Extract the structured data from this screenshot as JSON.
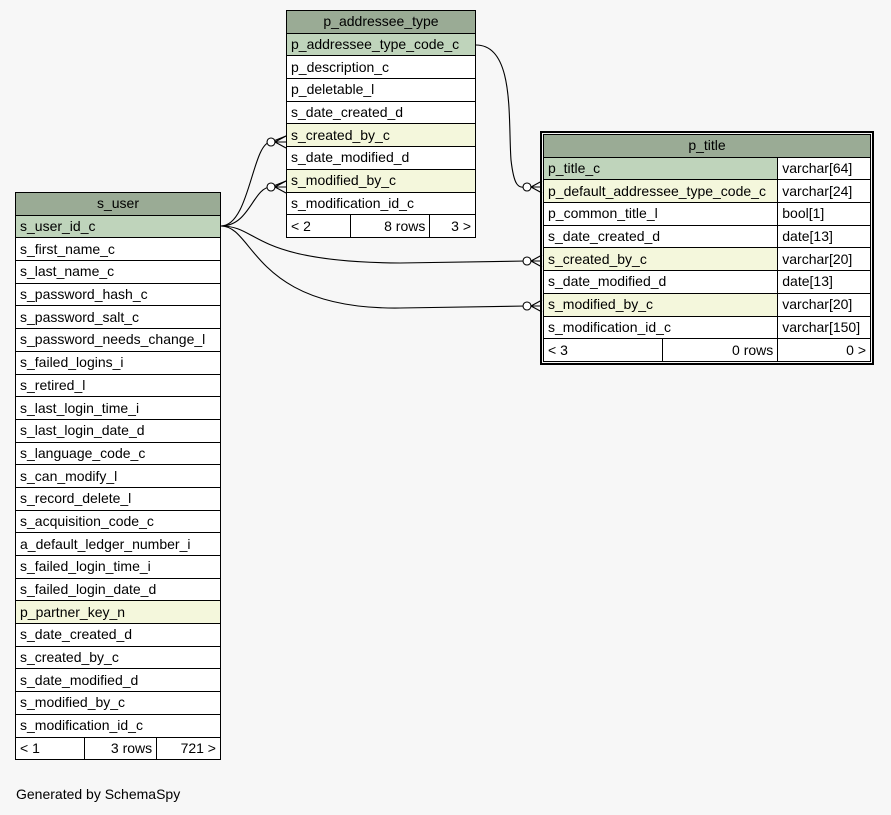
{
  "tables": {
    "s_user": {
      "name": "s_user",
      "columns": [
        {
          "name": "s_user_id_c",
          "kind": "pk"
        },
        {
          "name": "s_first_name_c",
          "kind": ""
        },
        {
          "name": "s_last_name_c",
          "kind": ""
        },
        {
          "name": "s_password_hash_c",
          "kind": ""
        },
        {
          "name": "s_password_salt_c",
          "kind": ""
        },
        {
          "name": "s_password_needs_change_l",
          "kind": ""
        },
        {
          "name": "s_failed_logins_i",
          "kind": ""
        },
        {
          "name": "s_retired_l",
          "kind": ""
        },
        {
          "name": "s_last_login_time_i",
          "kind": ""
        },
        {
          "name": "s_last_login_date_d",
          "kind": ""
        },
        {
          "name": "s_language_code_c",
          "kind": ""
        },
        {
          "name": "s_can_modify_l",
          "kind": ""
        },
        {
          "name": "s_record_delete_l",
          "kind": ""
        },
        {
          "name": "s_acquisition_code_c",
          "kind": ""
        },
        {
          "name": "a_default_ledger_number_i",
          "kind": ""
        },
        {
          "name": "s_failed_login_time_i",
          "kind": ""
        },
        {
          "name": "s_failed_login_date_d",
          "kind": ""
        },
        {
          "name": "p_partner_key_n",
          "kind": "fk"
        },
        {
          "name": "s_date_created_d",
          "kind": ""
        },
        {
          "name": "s_created_by_c",
          "kind": ""
        },
        {
          "name": "s_date_modified_d",
          "kind": ""
        },
        {
          "name": "s_modified_by_c",
          "kind": ""
        },
        {
          "name": "s_modification_id_c",
          "kind": ""
        }
      ],
      "footer": {
        "parents": "< 1",
        "rows": "3 rows",
        "children": "721 >"
      }
    },
    "p_addressee_type": {
      "name": "p_addressee_type",
      "columns": [
        {
          "name": "p_addressee_type_code_c",
          "kind": "pk"
        },
        {
          "name": "p_description_c",
          "kind": ""
        },
        {
          "name": "p_deletable_l",
          "kind": ""
        },
        {
          "name": "s_date_created_d",
          "kind": ""
        },
        {
          "name": "s_created_by_c",
          "kind": "fk"
        },
        {
          "name": "s_date_modified_d",
          "kind": ""
        },
        {
          "name": "s_modified_by_c",
          "kind": "fk"
        },
        {
          "name": "s_modification_id_c",
          "kind": ""
        }
      ],
      "footer": {
        "parents": "< 2",
        "rows": "8 rows",
        "children": "3 >"
      }
    },
    "p_title": {
      "name": "p_title",
      "columns": [
        {
          "name": "p_title_c",
          "type": "varchar[64]",
          "kind": "pk"
        },
        {
          "name": "p_default_addressee_type_code_c",
          "type": "varchar[24]",
          "kind": "fk"
        },
        {
          "name": "p_common_title_l",
          "type": "bool[1]",
          "kind": ""
        },
        {
          "name": "s_date_created_d",
          "type": "date[13]",
          "kind": ""
        },
        {
          "name": "s_created_by_c",
          "type": "varchar[20]",
          "kind": "fk"
        },
        {
          "name": "s_date_modified_d",
          "type": "date[13]",
          "kind": ""
        },
        {
          "name": "s_modified_by_c",
          "type": "varchar[20]",
          "kind": "fk"
        },
        {
          "name": "s_modification_id_c",
          "type": "varchar[150]",
          "kind": ""
        }
      ],
      "footer": {
        "parents": "< 3",
        "rows": "0 rows",
        "children": "0 >"
      }
    }
  },
  "footer_text": "Generated by SchemaSpy",
  "colors": {
    "header": "#9aab95",
    "primary_key": "#bfd4bb",
    "foreign_key": "#f4f7dc",
    "background": "#f7f7f7"
  }
}
